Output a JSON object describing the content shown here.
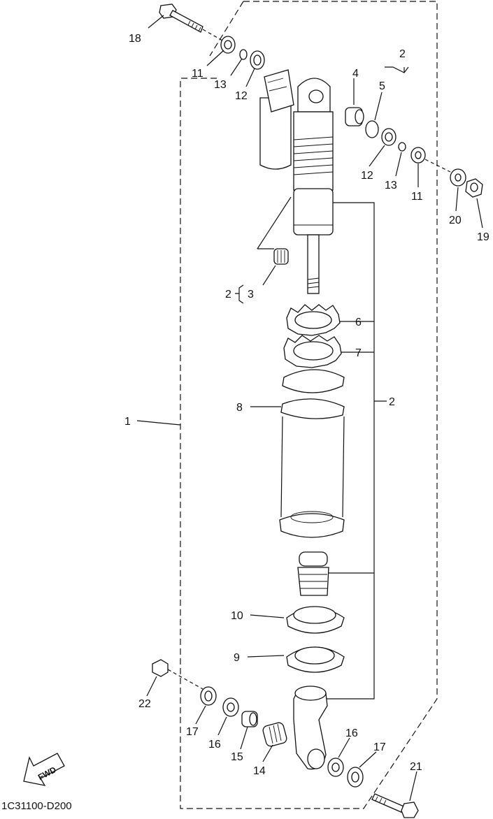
{
  "diagram": {
    "code": "1C31100-D200",
    "fwd_label": "FWD"
  },
  "callouts": {
    "c1": "1",
    "c2_top": "2",
    "c2_bracket": "2",
    "c2_right": "2",
    "c3": "3",
    "c4": "4",
    "c5": "5",
    "c6": "6",
    "c7": "7",
    "c8": "8",
    "c9": "9",
    "c10": "10",
    "c11_left": "11",
    "c11_right": "11",
    "c12_left": "12",
    "c12_right": "12",
    "c13_left": "13",
    "c13_right": "13",
    "c14": "14",
    "c15": "15",
    "c16_left": "16",
    "c16_right": "16",
    "c17_left": "17",
    "c17_right": "17",
    "c18": "18",
    "c19": "19",
    "c20": "20",
    "c21": "21",
    "c22": "22"
  }
}
